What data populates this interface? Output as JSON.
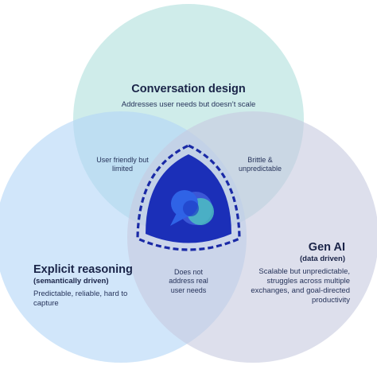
{
  "circles": {
    "conversation_design": {
      "title": "Conversation design",
      "description": "Addresses user needs but doesn’t scale",
      "color": "#bfe6e3"
    },
    "explicit_reasoning": {
      "title": "Explicit reasoning",
      "subtitle": "(semantically driven)",
      "description": "Predictable, reliable, hard to capture",
      "color": "#c9e3f8"
    },
    "gen_ai": {
      "title": "Gen AI",
      "subtitle": "(data driven)",
      "description": "Scalable but unpredictable, struggles across multiple exchanges, and goal-directed productivity",
      "color": "#d9dbe9"
    }
  },
  "overlaps": {
    "design_reasoning": "User friendly but limited",
    "design_genai": "Brittle & unpredictable",
    "reasoning_genai": "Does not address real user needs"
  },
  "center": {
    "icon": "chat-bubbles-logo-icon",
    "fill_color": "#1b2fb8",
    "outline_color": "#1a2aa6"
  }
}
